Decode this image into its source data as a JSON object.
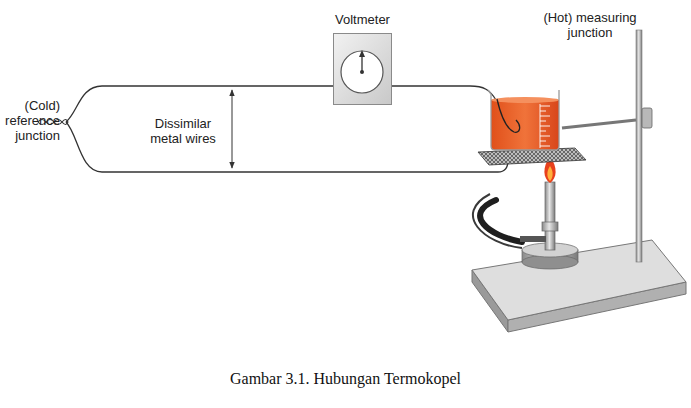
{
  "diagram": {
    "caption": "Gambar 3.1. Hubungan Termokopel",
    "nodes": [
      {
        "text": [
          "Voltmeter"
        ]
      }
    ],
    "labels": [
      "(Cold) reference junction",
      "Dissimilar metal wires",
      "(Hot) measuring junction"
    ]
  }
}
